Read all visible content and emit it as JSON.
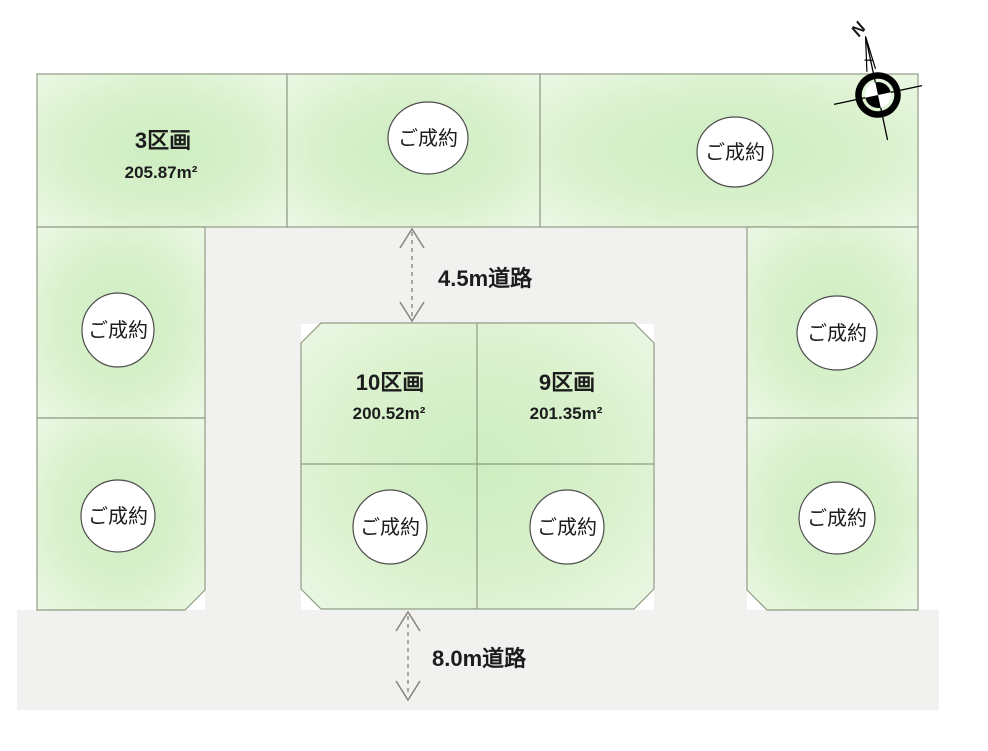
{
  "lots": {
    "lot3": {
      "name": "3区画",
      "area": "205.87m²"
    },
    "lot10": {
      "name": "10区画",
      "area": "200.52m²"
    },
    "lot9": {
      "name": "9区画",
      "area": "201.35m²"
    }
  },
  "sold_badge": "ご成約",
  "roads": {
    "north_road": "4.5m道路",
    "south_road": "8.0m道路"
  },
  "compass": {
    "north": "N"
  },
  "colors": {
    "lot_green_center": "#cdedc0",
    "lot_green_edge": "#ecf8e6",
    "road_gray": "#f1f1ef",
    "lot_border": "#8f9c85",
    "text": "#1c1c1c",
    "arrow_gray": "#8a8a82",
    "compass_black": "#000000",
    "sold_circle_fill": "#ffffff",
    "sold_circle_border": "#4d4d4d"
  }
}
